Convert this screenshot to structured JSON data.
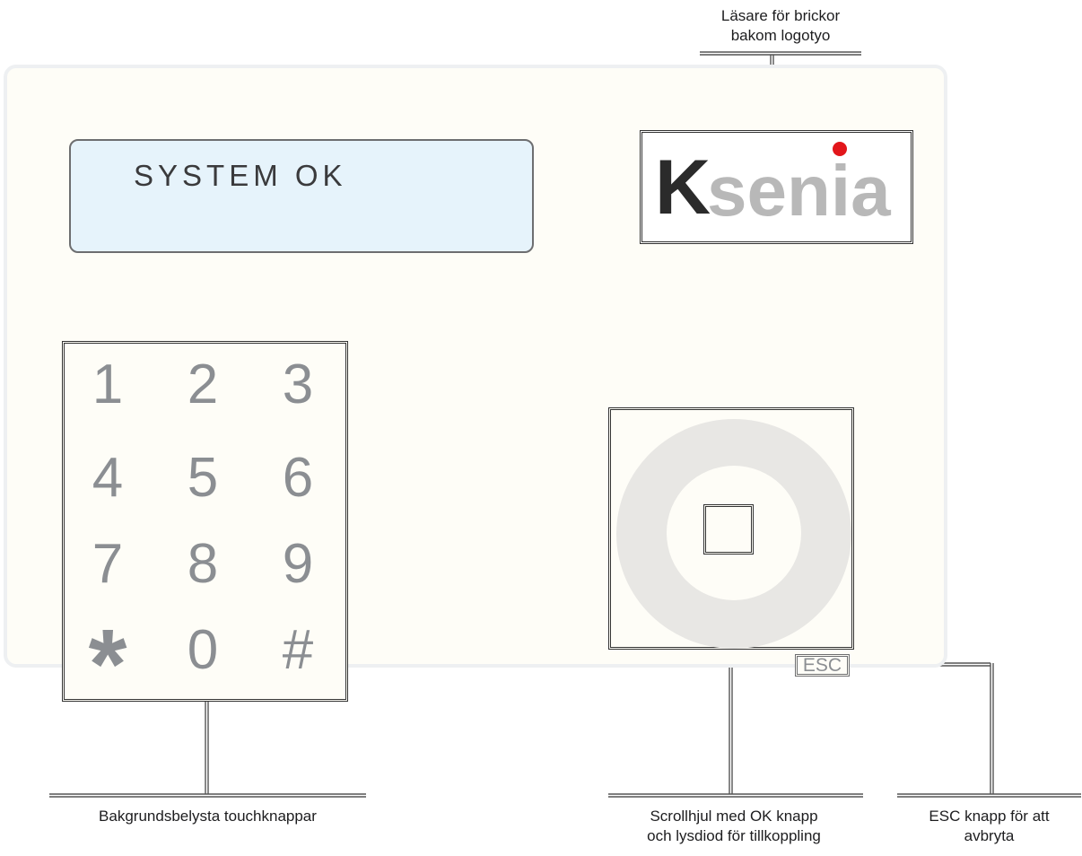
{
  "display": {
    "text": "SYSTEM OK"
  },
  "logo": {
    "brand_prefix": "K",
    "brand_suffix": "senia",
    "dot_color": "#e2161b"
  },
  "keypad": {
    "keys": [
      "1",
      "2",
      "3",
      "4",
      "5",
      "6",
      "7",
      "8",
      "9",
      "*",
      "0",
      "#"
    ]
  },
  "esc_button": {
    "label": "ESC"
  },
  "callouts": {
    "tag_reader": {
      "line1": "Läsare för brickor",
      "line2": "bakom logotyo"
    },
    "keypad": {
      "line1": "Bakgrundsbelysta touchknappar"
    },
    "scroll_wheel": {
      "line1": "Scrollhjul med OK knapp",
      "line2": "och lysdiod för tillkoppling"
    },
    "esc": {
      "line1": "ESC knapp för att",
      "line2": "avbryta"
    }
  },
  "colors": {
    "panel": "#fefdf7",
    "lcd": "#e6f3fb",
    "key_text": "#8b8e92",
    "wheel": "#e8e7e4"
  }
}
